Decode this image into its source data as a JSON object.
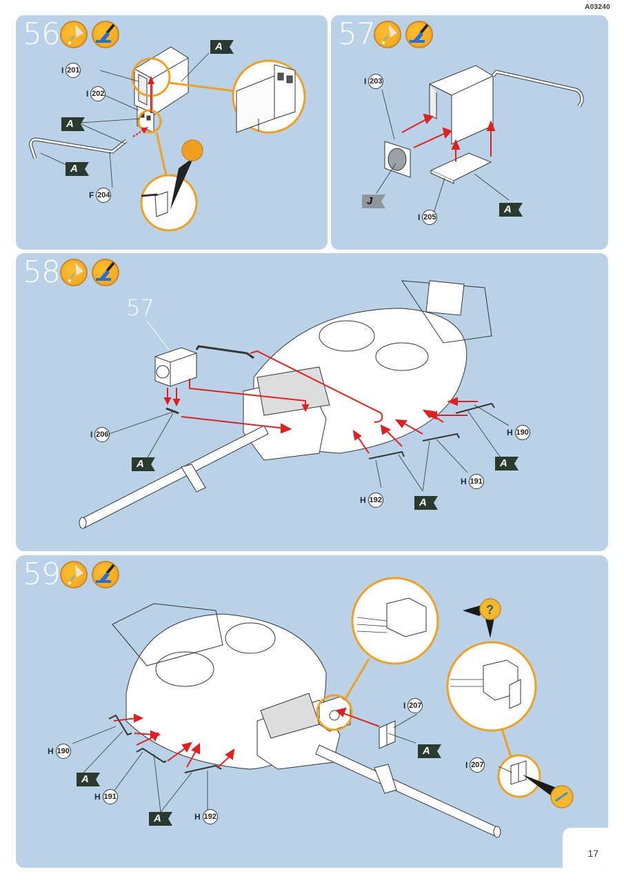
{
  "document": {
    "code": "A03240",
    "page_number": "17"
  },
  "icons": {
    "glue": "glue-icon",
    "paint": "paint-brush-icon",
    "decal_water": "water-decal-icon",
    "help": "question-icon"
  },
  "colors": {
    "panel_bg": "#b9d2e8",
    "accent_orange": "#f0a020",
    "arrow_red": "#e02020",
    "flag_dark": "#2b3a2e",
    "flag_grey": "#8f969c"
  },
  "steps": [
    {
      "number": "56",
      "callouts": [
        {
          "prefix": "I",
          "part": "201"
        },
        {
          "prefix": "I",
          "part": "202"
        },
        {
          "prefix": "F",
          "part": "204"
        }
      ],
      "color_flags": [
        "A",
        "A",
        "A"
      ]
    },
    {
      "number": "57",
      "callouts": [
        {
          "prefix": "I",
          "part": "203"
        },
        {
          "prefix": "I",
          "part": "205"
        }
      ],
      "color_flags": [
        "J",
        "A"
      ]
    },
    {
      "number": "58",
      "subassembly_ref": "57",
      "callouts": [
        {
          "prefix": "I",
          "part": "206"
        },
        {
          "prefix": "H",
          "part": "190"
        },
        {
          "prefix": "H",
          "part": "191"
        },
        {
          "prefix": "H",
          "part": "192"
        }
      ],
      "color_flags": [
        "A",
        "A",
        "A"
      ]
    },
    {
      "number": "59",
      "callouts": [
        {
          "prefix": "H",
          "part": "190"
        },
        {
          "prefix": "H",
          "part": "191"
        },
        {
          "prefix": "H",
          "part": "192"
        },
        {
          "prefix": "I",
          "part": "207"
        },
        {
          "prefix": "I",
          "part": "207"
        }
      ],
      "color_flags": [
        "A",
        "A",
        "A"
      ]
    }
  ]
}
